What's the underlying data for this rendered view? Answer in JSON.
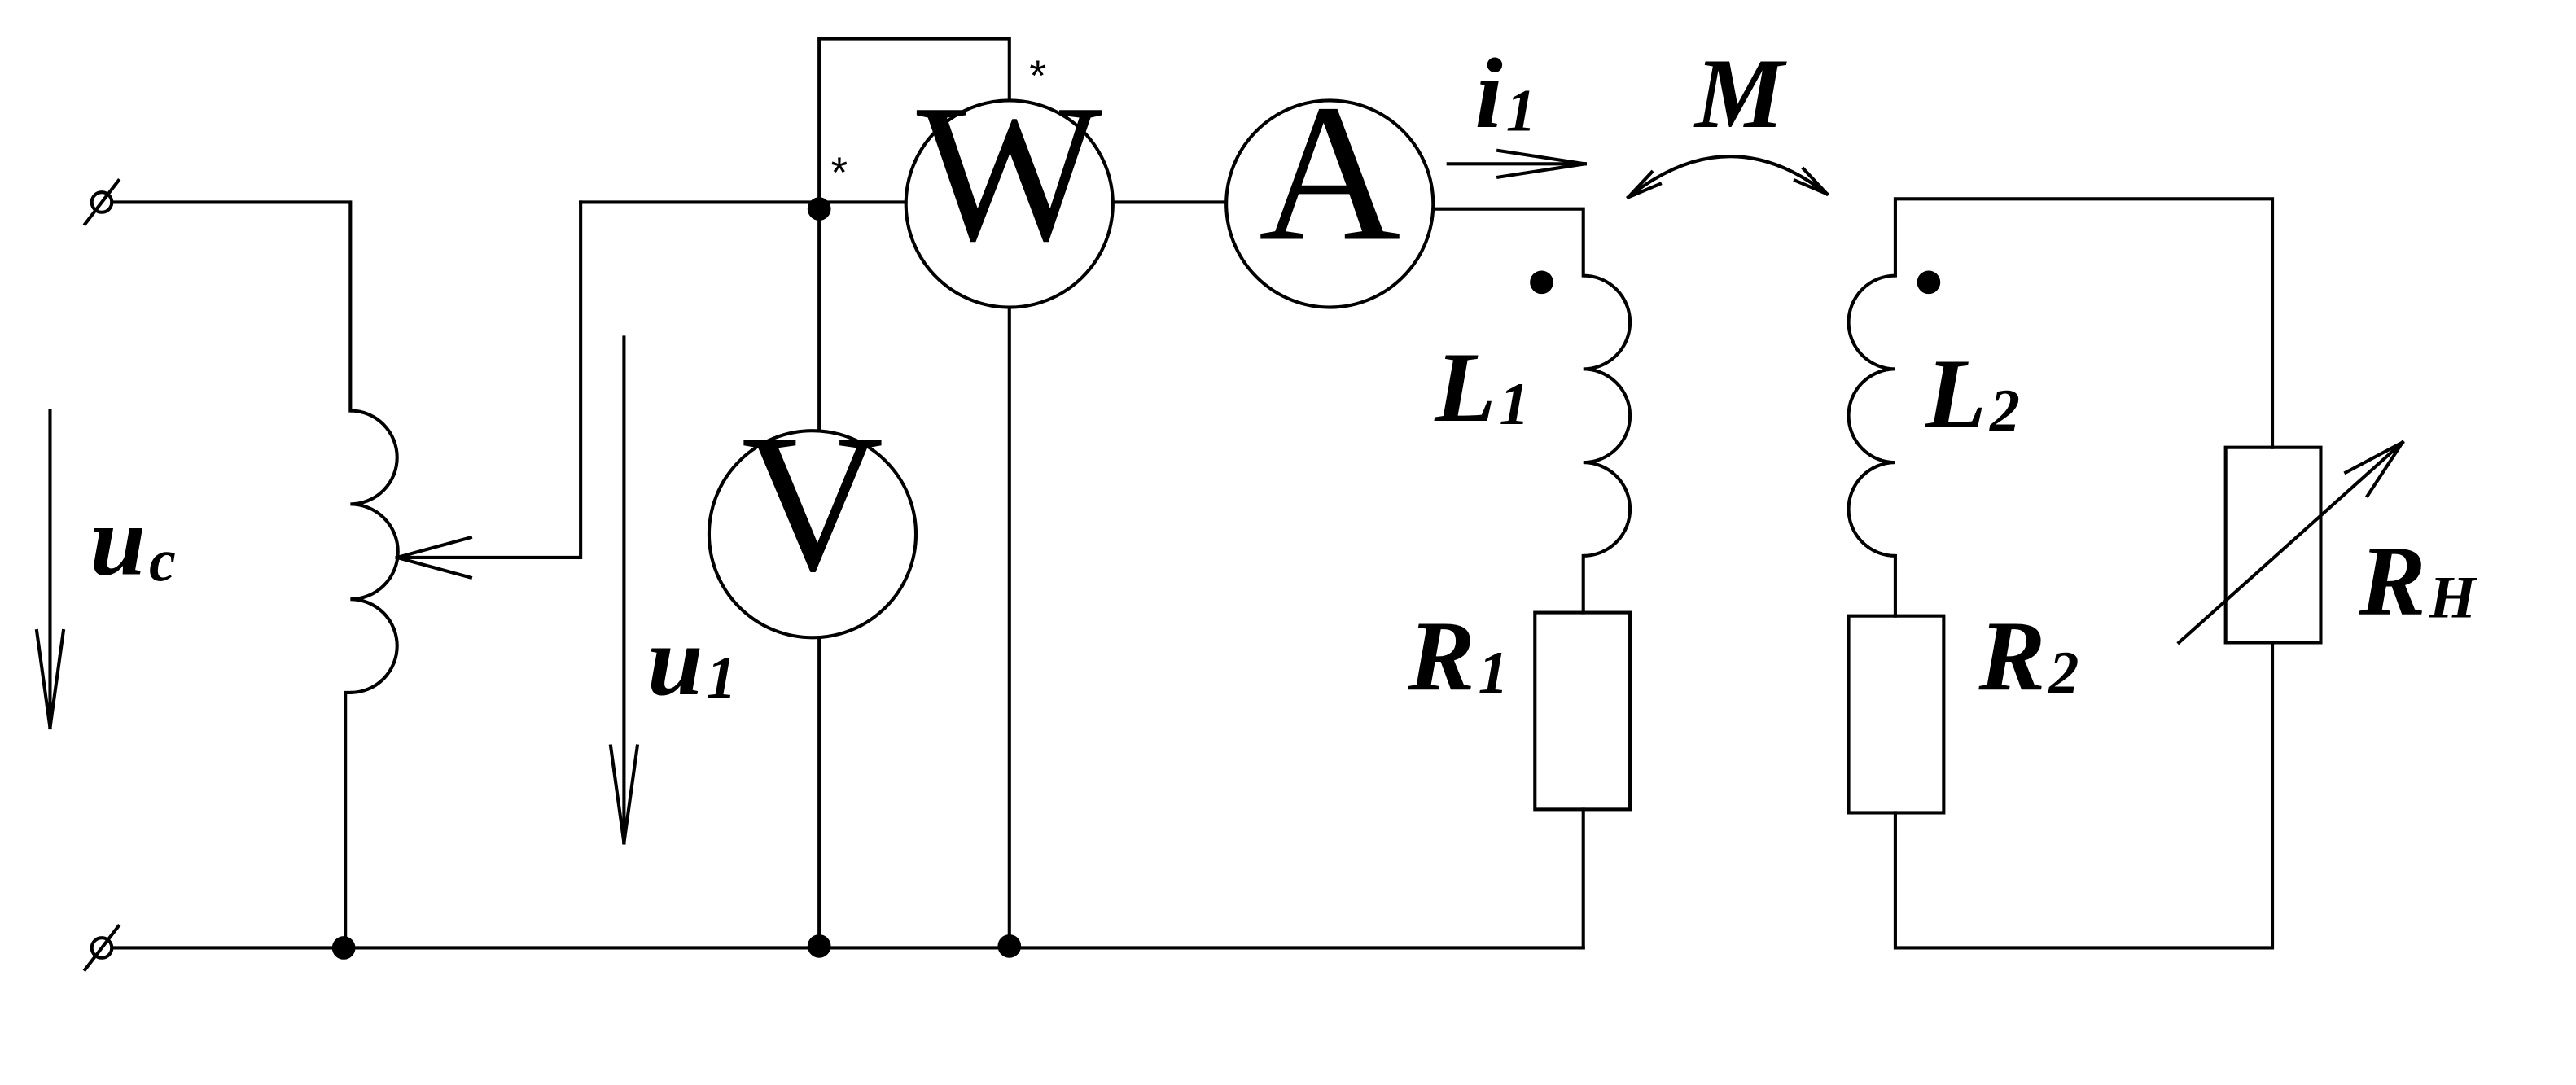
{
  "meters": {
    "wattmeter": "W",
    "ammeter": "A",
    "voltmeter": "V"
  },
  "labels": {
    "u_c": {
      "main": "u",
      "sub": "c"
    },
    "u_1": {
      "main": "u",
      "sub": "1"
    },
    "i_1": {
      "main": "i",
      "sub": "1"
    },
    "M": {
      "main": "M"
    },
    "L_1": {
      "main": "L",
      "sub": "1"
    },
    "L_2": {
      "main": "L",
      "sub": "2"
    },
    "R_1": {
      "main": "R",
      "sub": "1"
    },
    "R_2": {
      "main": "R",
      "sub": "2"
    },
    "R_H": {
      "main": "R",
      "sub": "H"
    }
  },
  "wattmeter_marks": {
    "current_star": "*",
    "voltage_star": "*"
  }
}
